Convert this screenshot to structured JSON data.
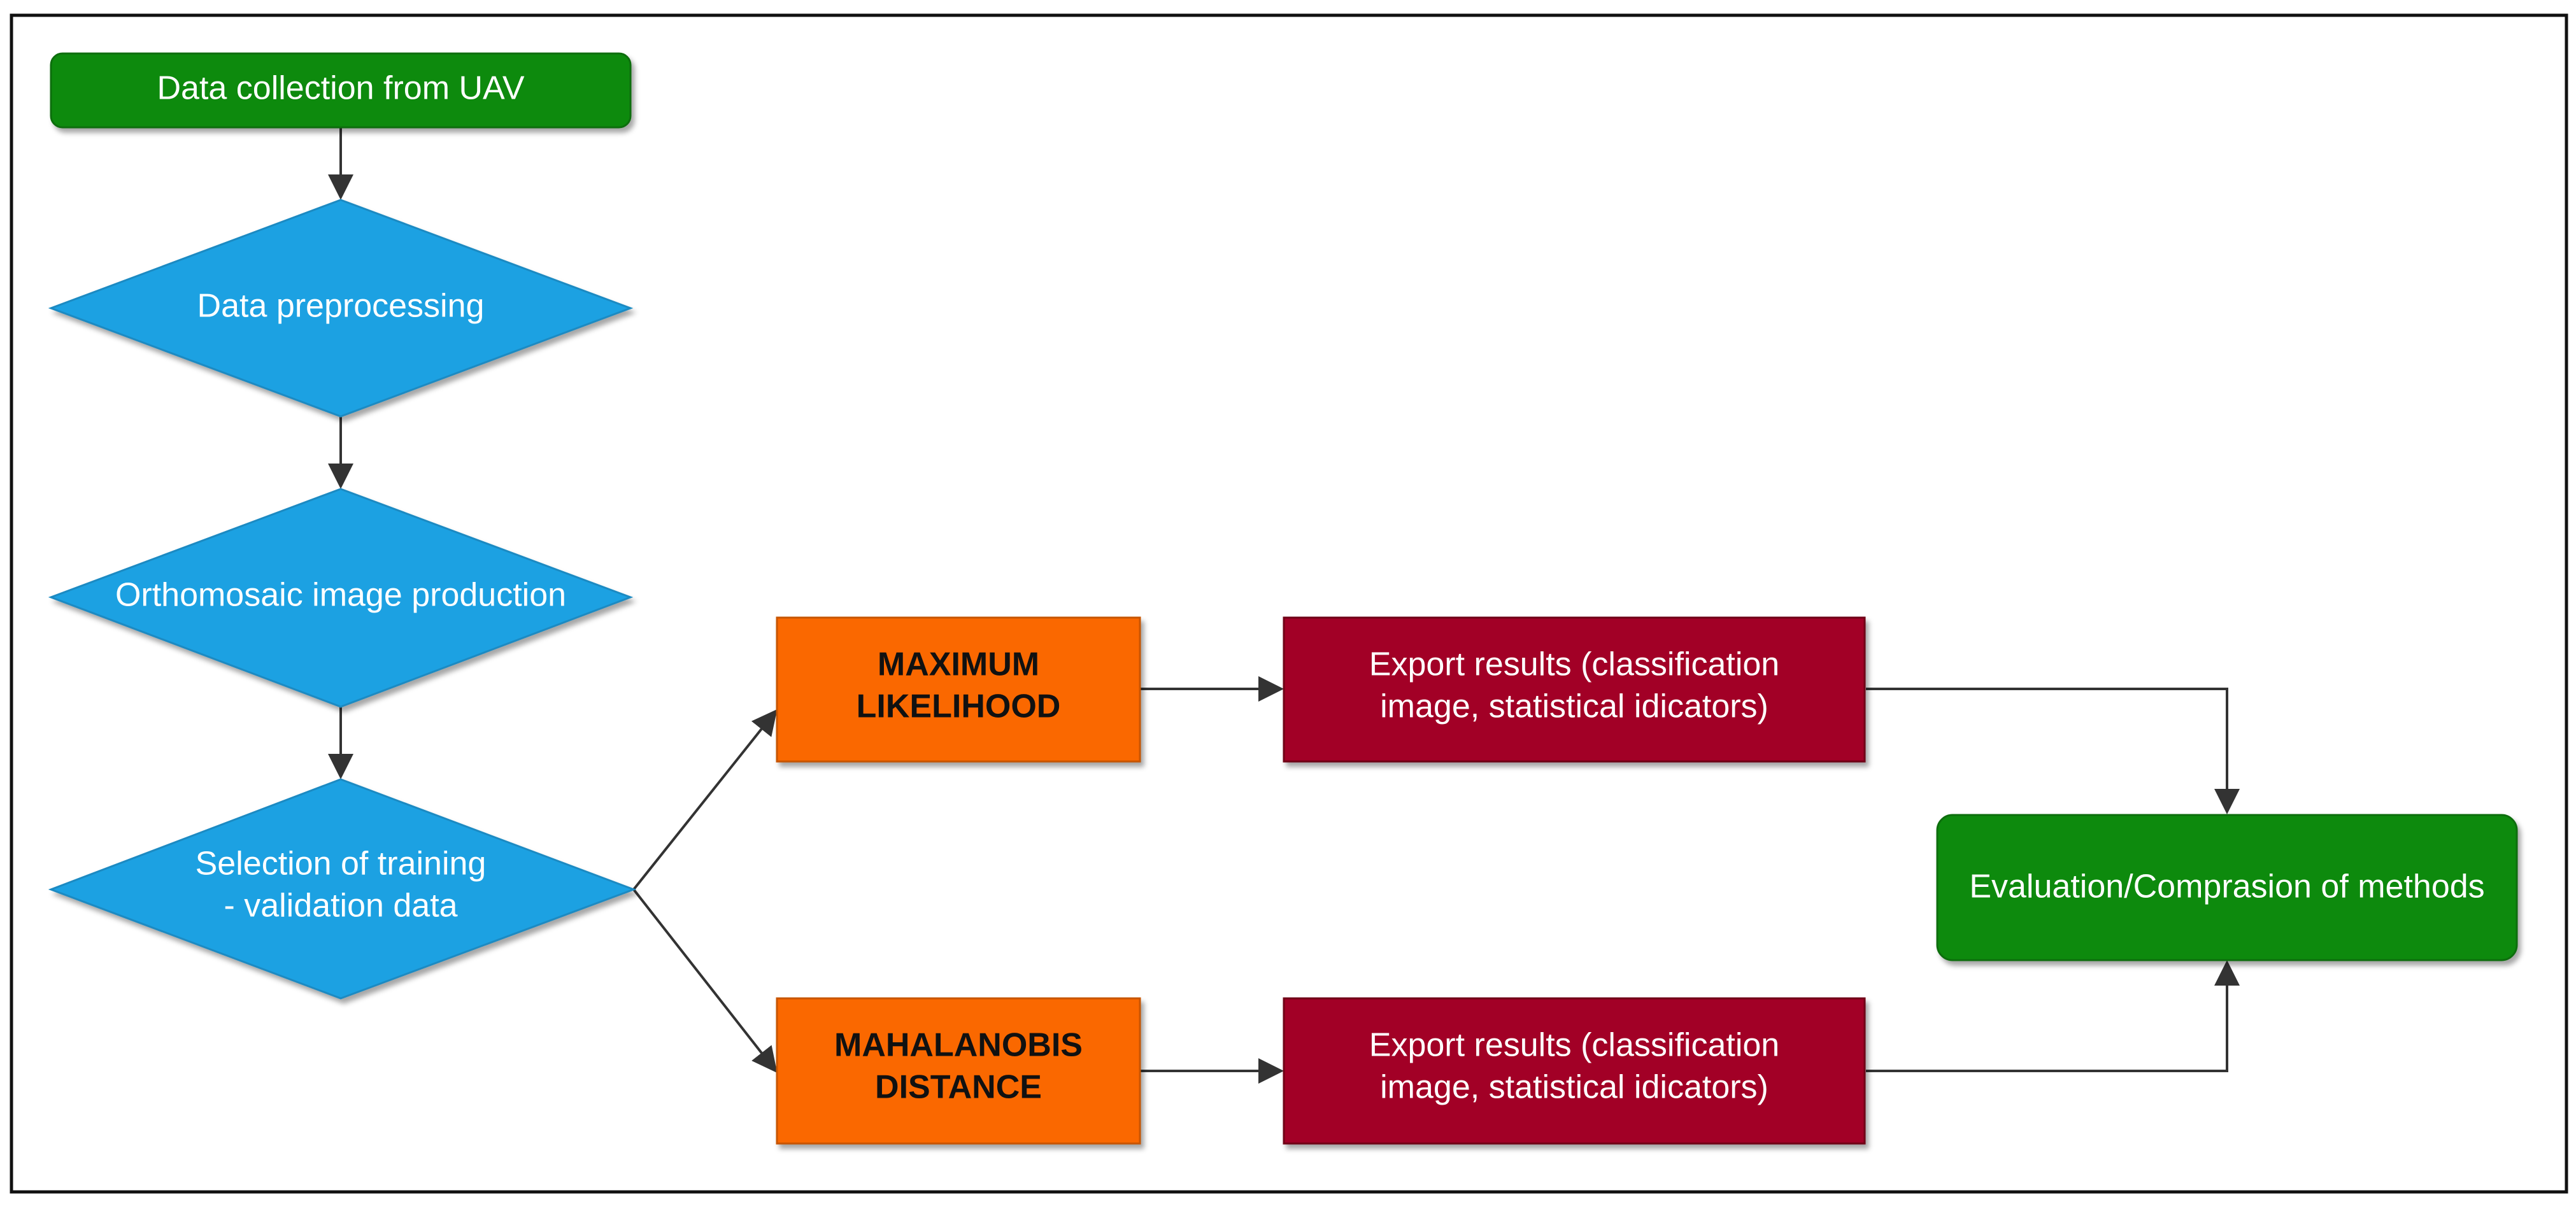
{
  "colors": {
    "green": "#0c8a0c",
    "blue": "#1ba1e2",
    "orange": "#fa6800",
    "crimson": "#a20025",
    "edge": "#333333",
    "frame": "#111111"
  },
  "nodes": {
    "data_collection": {
      "label": "Data collection from UAV"
    },
    "data_preprocessing": {
      "label": "Data preprocessing"
    },
    "orthomosaic": {
      "label": "Orthomosaic image production"
    },
    "selection": {
      "line1": "Selection of training",
      "line2": "- validation data"
    },
    "maximum_likelihood": {
      "line1": "MAXIMUM",
      "line2": "LIKELIHOOD"
    },
    "mahalanobis": {
      "line1": "MAHALANOBIS",
      "line2": "DISTANCE"
    },
    "export_top": {
      "line1": "Export results (classification",
      "line2": "image, statistical idicators)"
    },
    "export_bottom": {
      "line1": "Export results (classification",
      "line2": "image, statistical idicators)"
    },
    "evaluation": {
      "label": "Evaluation/Comprasion of methods"
    }
  }
}
